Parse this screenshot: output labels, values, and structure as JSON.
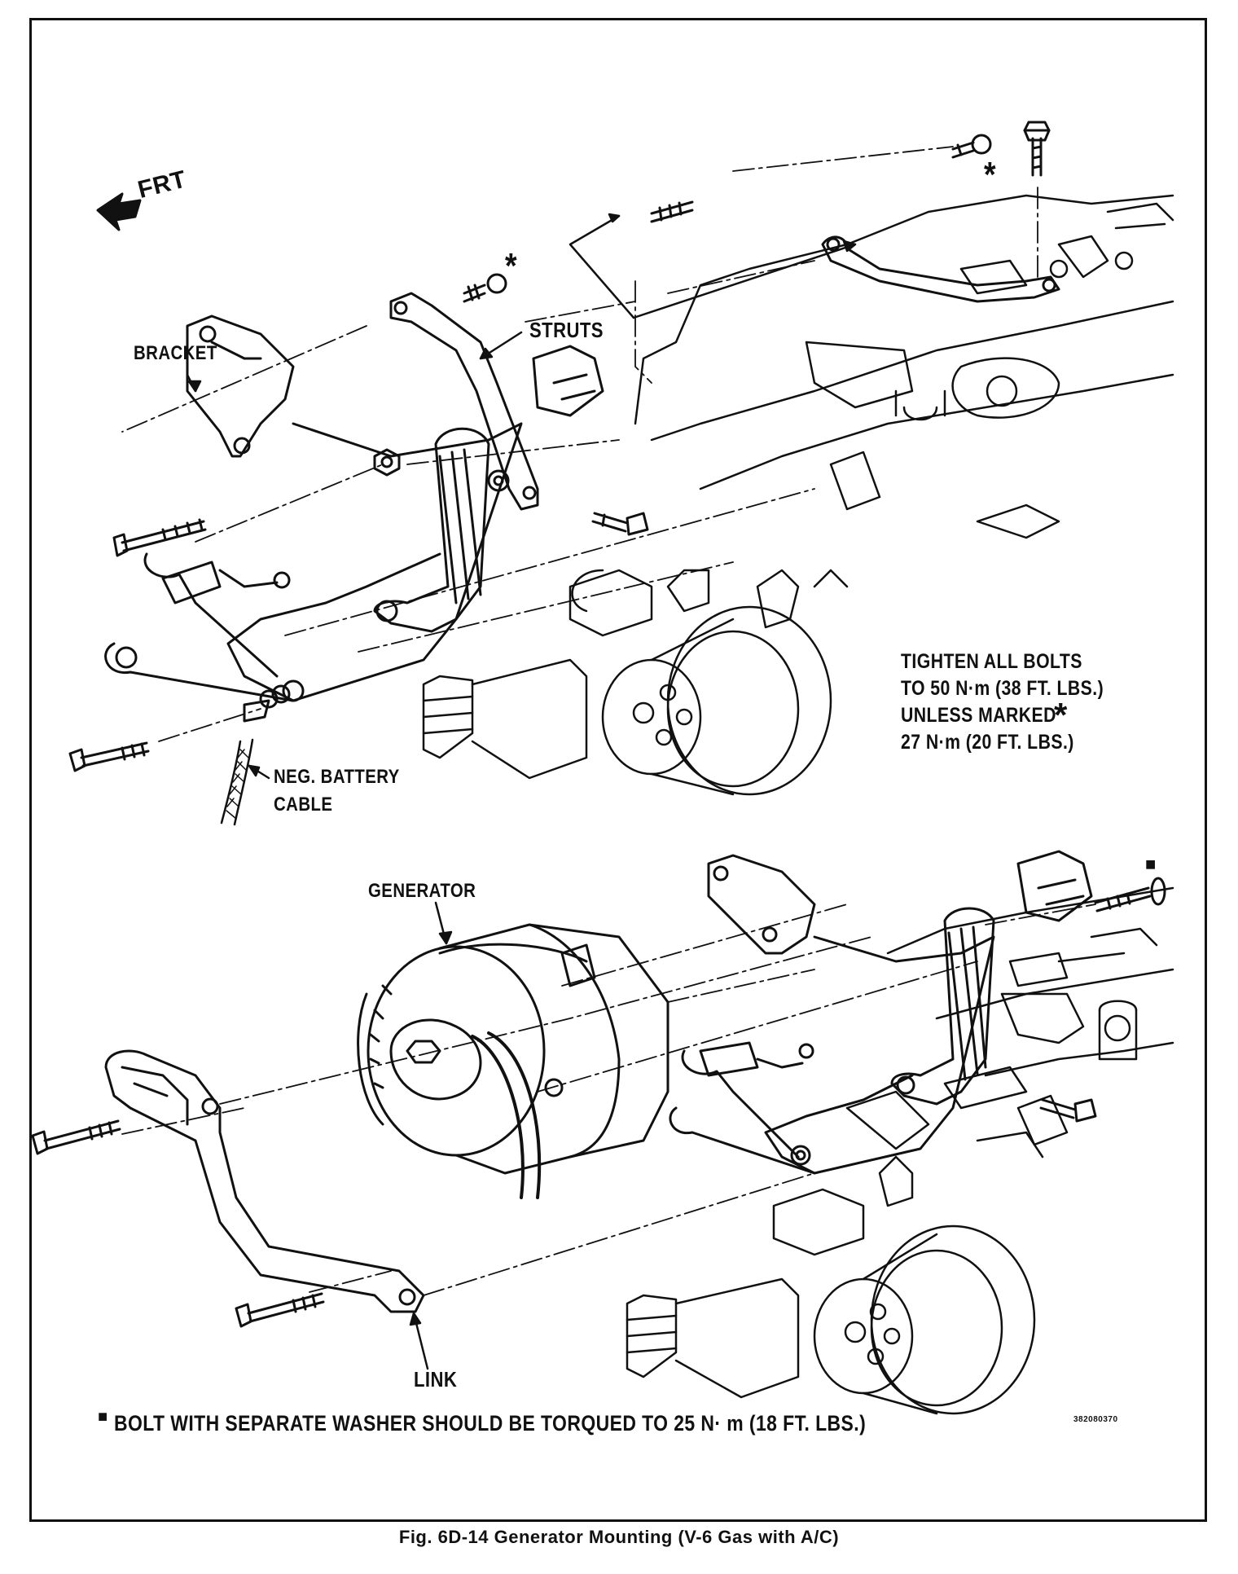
{
  "labels": {
    "front": "FRT",
    "bracket": "BRACKET",
    "struts": "STRUTS",
    "neg_cable_line1": "NEG. BATTERY",
    "neg_cable_line2": "CABLE",
    "generator": "GENERATOR",
    "link": "LINK"
  },
  "torque_note": {
    "line1": "TIGHTEN ALL BOLTS",
    "line2": "TO 50 N·m (38 FT. LBS.)",
    "line3": "UNLESS MARKED",
    "line4": "27 N·m (20 FT. LBS.)"
  },
  "symbols": {
    "asterisk": "*",
    "square": "■"
  },
  "washer_note": "BOLT WITH SEPARATE WASHER SHOULD BE TORQUED TO 25 N· m (18 FT. LBS.)",
  "drawing_code": "382080370",
  "caption": "Fig. 6D-14 Generator Mounting (V-6 Gas with A/C)"
}
